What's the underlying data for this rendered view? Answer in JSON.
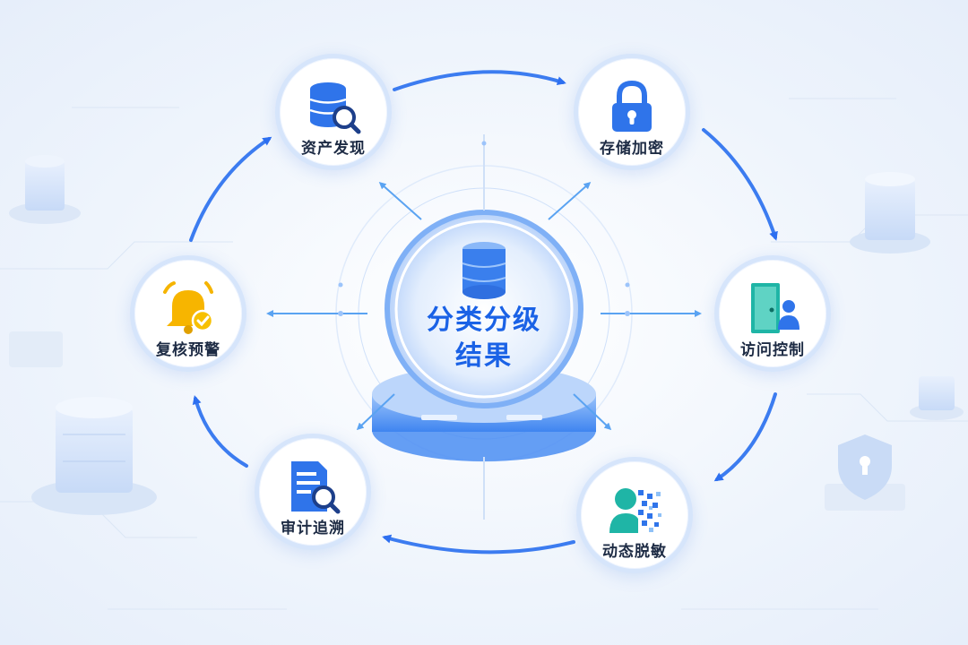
{
  "center": {
    "line1": "分类分级",
    "line2": "结果",
    "icon": "database-icon"
  },
  "nodes": [
    {
      "id": "asset",
      "label": "资产发现",
      "icon": "database-search-icon"
    },
    {
      "id": "encrypt",
      "label": "存储加密",
      "icon": "lock-icon"
    },
    {
      "id": "access",
      "label": "访问控制",
      "icon": "door-user-icon"
    },
    {
      "id": "mask",
      "label": "动态脱敏",
      "icon": "pixelated-face-icon"
    },
    {
      "id": "audit",
      "label": "审计追溯",
      "icon": "document-search-icon"
    },
    {
      "id": "alert",
      "label": "复核预警",
      "icon": "bell-check-icon"
    }
  ],
  "colors": {
    "primary": "#1a62e6",
    "ring": "#3c7cf0",
    "alert": "#f5b400",
    "teal": "#1fb5a6"
  }
}
